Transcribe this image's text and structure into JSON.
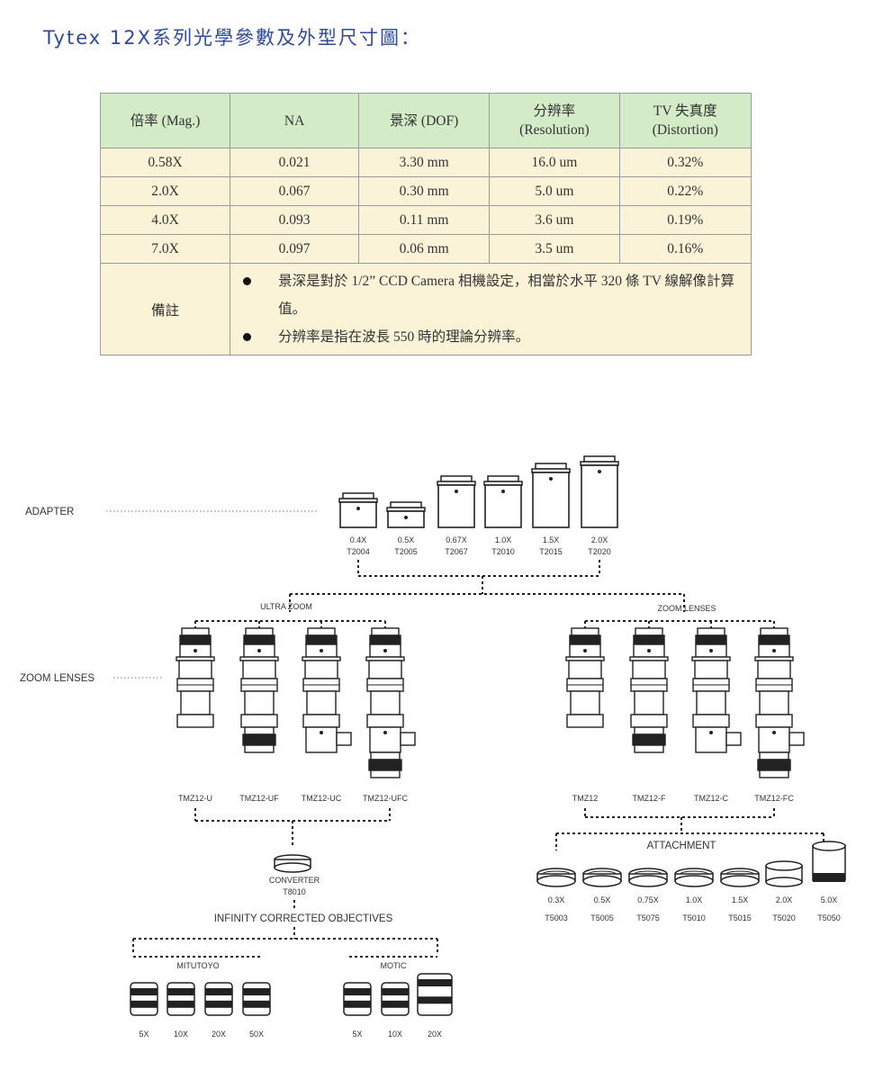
{
  "heading": "Tytex 12X系列光學參數及外型尺寸圖：",
  "table": {
    "headers": [
      {
        "line1": "倍率 (Mag.)",
        "line2": ""
      },
      {
        "line1": "NA",
        "line2": ""
      },
      {
        "line1": "景深 (DOF)",
        "line2": ""
      },
      {
        "line1": "分辨率",
        "line2": "(Resolution)"
      },
      {
        "line1": "TV 失真度",
        "line2": "(Distortion)"
      }
    ],
    "rows": [
      [
        "0.58X",
        "0.021",
        "3.30 mm",
        "16.0 um",
        "0.32%"
      ],
      [
        "2.0X",
        "0.067",
        "0.30 mm",
        "5.0 um",
        "0.22%"
      ],
      [
        "4.0X",
        "0.093",
        "0.11 mm",
        "3.6 um",
        "0.19%"
      ],
      [
        "7.0X",
        "0.097",
        "0.06 mm",
        "3.5 um",
        "0.16%"
      ]
    ],
    "notes_label": "備註",
    "notes": [
      "景深是對於 1/2” CCD Camera 相機設定，相當於水平 320 條 TV 線解像計算值。",
      "分辨率是指在波長 550 時的理論分辨率。"
    ]
  },
  "diagram": {
    "row_labels": {
      "adapter": "ADAPTER",
      "zoom_lenses": "ZOOM LENSES"
    },
    "group_labels": {
      "ultra_zoom": "ULTRA ZOOM",
      "zoom_lenses": "ZOOM LENSES",
      "attachment": "ATTACHMENT",
      "infinity": "INFINITY CORRECTED OBJECTIVES",
      "mitutoyo": "MITUTOYO",
      "motic": "MOTIC"
    },
    "adapters": [
      {
        "mag": "0.4X",
        "code": "T2004"
      },
      {
        "mag": "0.5X",
        "code": "T2005"
      },
      {
        "mag": "0.67X",
        "code": "T2067"
      },
      {
        "mag": "1.0X",
        "code": "T2010"
      },
      {
        "mag": "1.5X",
        "code": "T2015"
      },
      {
        "mag": "2.0X",
        "code": "T2020"
      }
    ],
    "ultra_zoom_models": [
      "TMZ12-U",
      "TMZ12-UF",
      "TMZ12-UC",
      "TMZ12-UFC"
    ],
    "zoom_models": [
      "TMZ12",
      "TMZ12-F",
      "TMZ12-C",
      "TMZ12-FC"
    ],
    "converter": {
      "name": "CONVERTER",
      "code": "T8010"
    },
    "attachments": [
      {
        "mag": "0.3X",
        "code": "T5003"
      },
      {
        "mag": "0.5X",
        "code": "T5005"
      },
      {
        "mag": "0.75X",
        "code": "T5075"
      },
      {
        "mag": "1.0X",
        "code": "T5010"
      },
      {
        "mag": "1.5X",
        "code": "T5015"
      },
      {
        "mag": "2.0X",
        "code": "T5020"
      },
      {
        "mag": "5.0X",
        "code": "T5050"
      }
    ],
    "mitutoyo_objectives": [
      "5X",
      "10X",
      "20X",
      "50X"
    ],
    "motic_objectives": [
      "5X",
      "10X",
      "20X"
    ]
  }
}
